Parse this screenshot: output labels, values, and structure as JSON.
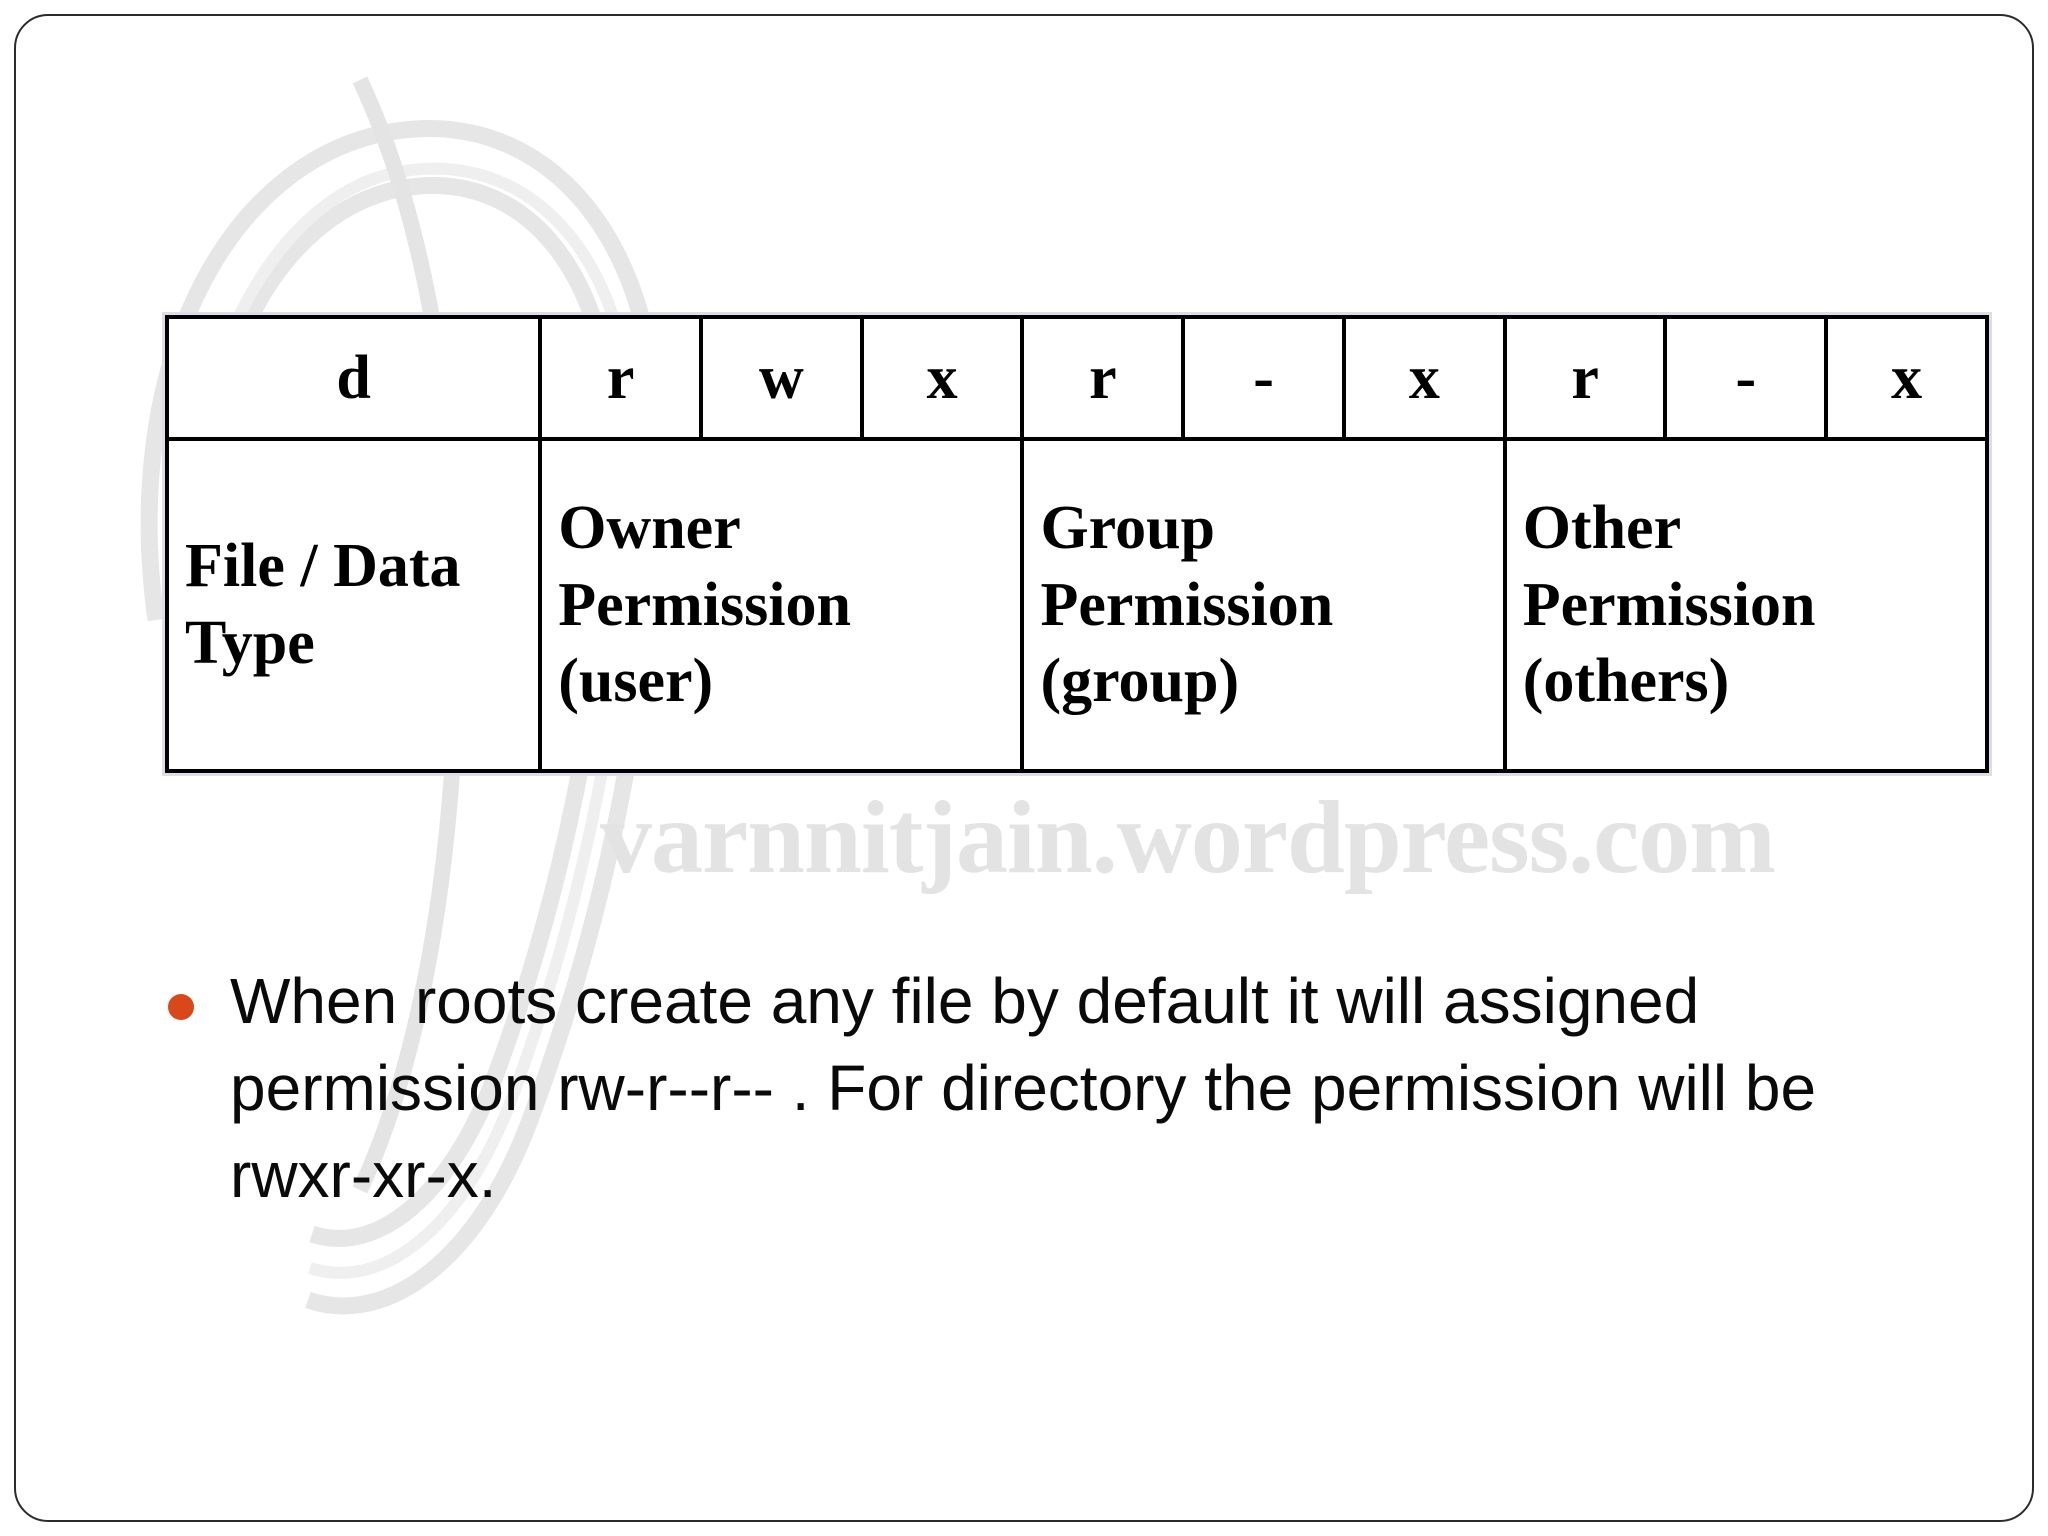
{
  "slide": {
    "background_color": "#ffffff",
    "frame_color": "#2b2b2b",
    "accent_color": "#d9481a",
    "watermark": "varnnitjain.wordpress.com",
    "watermark_color": "#e3e3e3"
  },
  "table": {
    "border_color": "#000000",
    "glyph_row": [
      {
        "text": "d",
        "name": "file-type-glyph"
      },
      {
        "text": "r",
        "name": "owner-read-glyph"
      },
      {
        "text": "w",
        "name": "owner-write-glyph"
      },
      {
        "text": "x",
        "name": "owner-execute-glyph"
      },
      {
        "text": "r",
        "name": "group-read-glyph"
      },
      {
        "text": "-",
        "name": "group-write-glyph"
      },
      {
        "text": "x",
        "name": "group-execute-glyph"
      },
      {
        "text": "r",
        "name": "other-read-glyph"
      },
      {
        "text": "-",
        "name": "other-write-glyph"
      },
      {
        "text": "x",
        "name": "other-execute-glyph"
      }
    ],
    "label_row": [
      {
        "text": "File / Data Type",
        "name": "file-data-type-label",
        "span": 1
      },
      {
        "text": "Owner Permission (user)",
        "name": "owner-permission-label",
        "span": 3
      },
      {
        "text": "Group Permission (group)",
        "name": "group-permission-label",
        "span": 3
      },
      {
        "text": "Other Permission (others)",
        "name": "other-permission-label",
        "span": 3
      }
    ]
  },
  "body": {
    "bullet": "When roots create any file by default it will assigned permission rw-r--r-- . For directory the permission will be rwxr-xr-x."
  }
}
